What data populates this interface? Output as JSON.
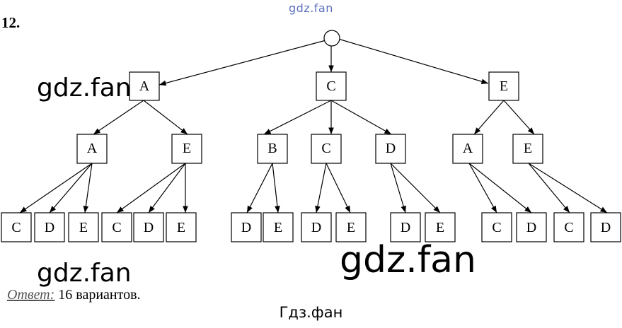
{
  "problem_number": "12.",
  "watermarks": {
    "top": "gdz.fan",
    "left_upper": "gdz.fan",
    "left_lower": "gdz.fan",
    "center_large": "gdz.fan"
  },
  "tree": {
    "root": {
      "label": ""
    },
    "level1": [
      {
        "label": "A"
      },
      {
        "label": "C"
      },
      {
        "label": "E"
      }
    ],
    "level2": [
      {
        "label": "A"
      },
      {
        "label": "E"
      },
      {
        "label": "B"
      },
      {
        "label": "C"
      },
      {
        "label": "D"
      },
      {
        "label": "A"
      },
      {
        "label": "E"
      }
    ],
    "level3": [
      {
        "label": "C"
      },
      {
        "label": "D"
      },
      {
        "label": "E"
      },
      {
        "label": "C"
      },
      {
        "label": "D"
      },
      {
        "label": "E"
      },
      {
        "label": "D"
      },
      {
        "label": "E"
      },
      {
        "label": "D"
      },
      {
        "label": "E"
      },
      {
        "label": "D"
      },
      {
        "label": "E"
      },
      {
        "label": "C"
      },
      {
        "label": "D"
      },
      {
        "label": "C"
      },
      {
        "label": "D"
      }
    ]
  },
  "answer": {
    "label": "Ответ:",
    "text": "16 вариантов."
  },
  "footer_caption": "Гдз.фан"
}
